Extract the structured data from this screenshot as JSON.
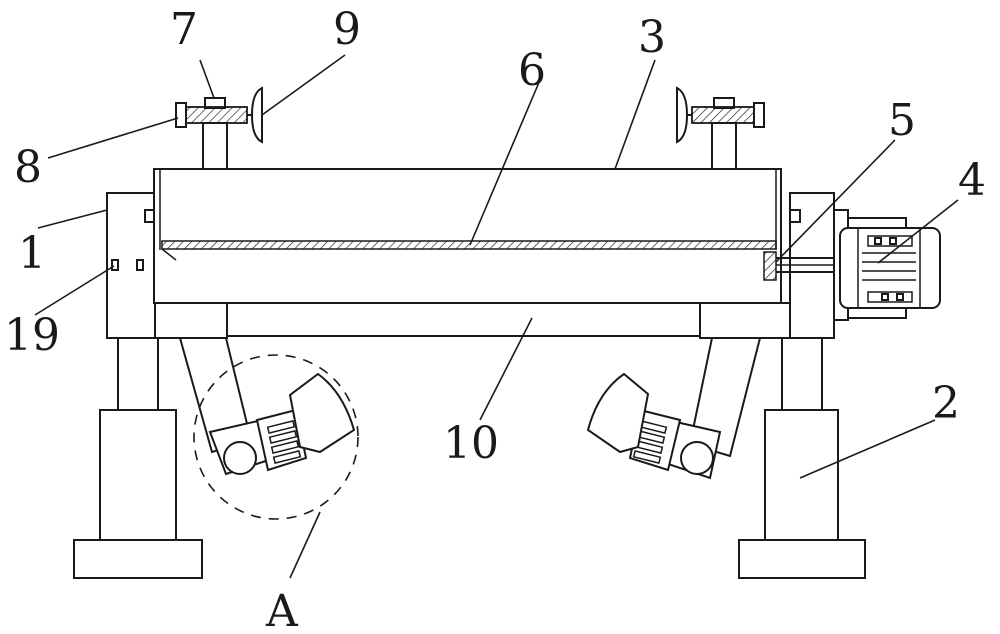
{
  "labels": {
    "n1": "1",
    "n2": "2",
    "n3": "3",
    "n4": "4",
    "n5": "5",
    "n6": "6",
    "n7": "7",
    "n8": "8",
    "n9": "9",
    "n10": "10",
    "n19": "19",
    "detail_a": "A"
  }
}
